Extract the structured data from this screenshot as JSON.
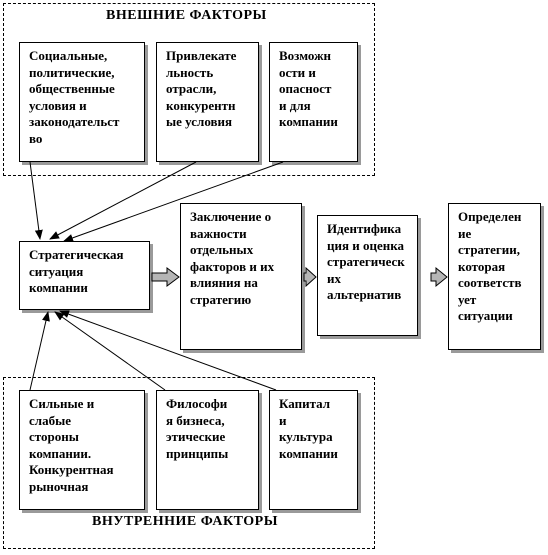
{
  "groups": {
    "external": {
      "title": "ВНЕШНИЕ  ФАКТОРЫ"
    },
    "internal": {
      "title": "ВНУТРЕННИЕ  ФАКТОРЫ"
    }
  },
  "boxes": {
    "social": {
      "text": "Социальные,\nполитические,\nобщественные\nусловия и\nзаконодательст\nво"
    },
    "industry": {
      "text": "Привлекате\nльность\nотрасли,\nконкурентн\nые условия"
    },
    "opportunities": {
      "text": "Возможн\nости и\nопасност\nи для\nкомпании"
    },
    "situation": {
      "text": "Стратегическая\nситуация\nкомпании"
    },
    "conclusion": {
      "text": "Заключение о\nважности\nотдельных\nфакторов и их\nвлияния на\nстратегию"
    },
    "identification": {
      "text": "Идентифика\nция и оценка\nстратегическ\nих\nальтернатив"
    },
    "definition": {
      "text": "Определен\nие\nстратегии,\nкоторая\nсоответств\nует\nситуации"
    },
    "strengths": {
      "text": "Сильные и\nслабые\nстороны\nкомпании.\nКонкурентная\nрыночная"
    },
    "philosophy": {
      "text": "Философи\nя бизнеса,\nэтические\nпринципы"
    },
    "capital": {
      "text": "Капитал\nи\nкультура\nкомпании"
    }
  }
}
